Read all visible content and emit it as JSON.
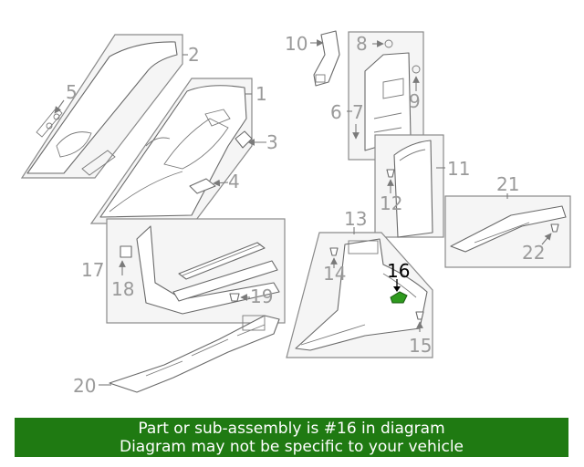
{
  "callouts": {
    "c1": "1",
    "c2": "2",
    "c3": "3",
    "c4": "4",
    "c5": "5",
    "c6": "6",
    "c7": "7",
    "c8": "8",
    "c9": "9",
    "c10": "10",
    "c11": "11",
    "c12": "12",
    "c13": "13",
    "c14": "14",
    "c15": "15",
    "c16": "16",
    "c17": "17",
    "c18": "18",
    "c19": "19",
    "c20": "20",
    "c21": "21",
    "c22": "22"
  },
  "highlight": {
    "part_number": "16",
    "color": "#1f7a12"
  },
  "banner": {
    "line1": "Part or sub-assembly is #16 in diagram",
    "line2": "Diagram may not be specific to your vehicle",
    "background": "#1f7a12"
  }
}
